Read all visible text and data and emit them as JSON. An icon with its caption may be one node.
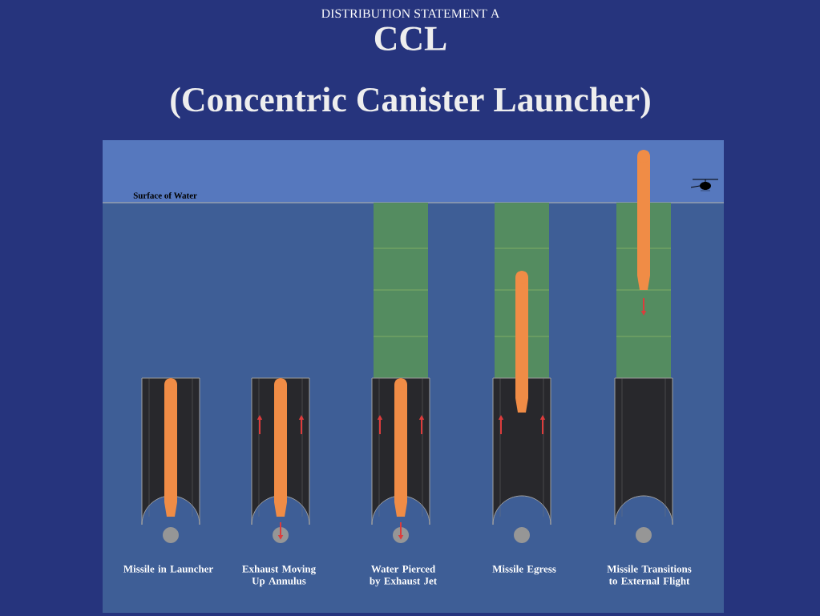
{
  "diagram": {
    "title": "CCL",
    "labels": [
      "DISTRIBUTION STATEMENT A",
      "(Concentric Canister Launcher)",
      "Surface of Water",
      "Missile in Launcher",
      "Exhaust Moving Up Annulus",
      "Water Pierced by Exhaust Jet",
      "Missile Egress",
      "Missile Transitions to External Flight"
    ]
  }
}
